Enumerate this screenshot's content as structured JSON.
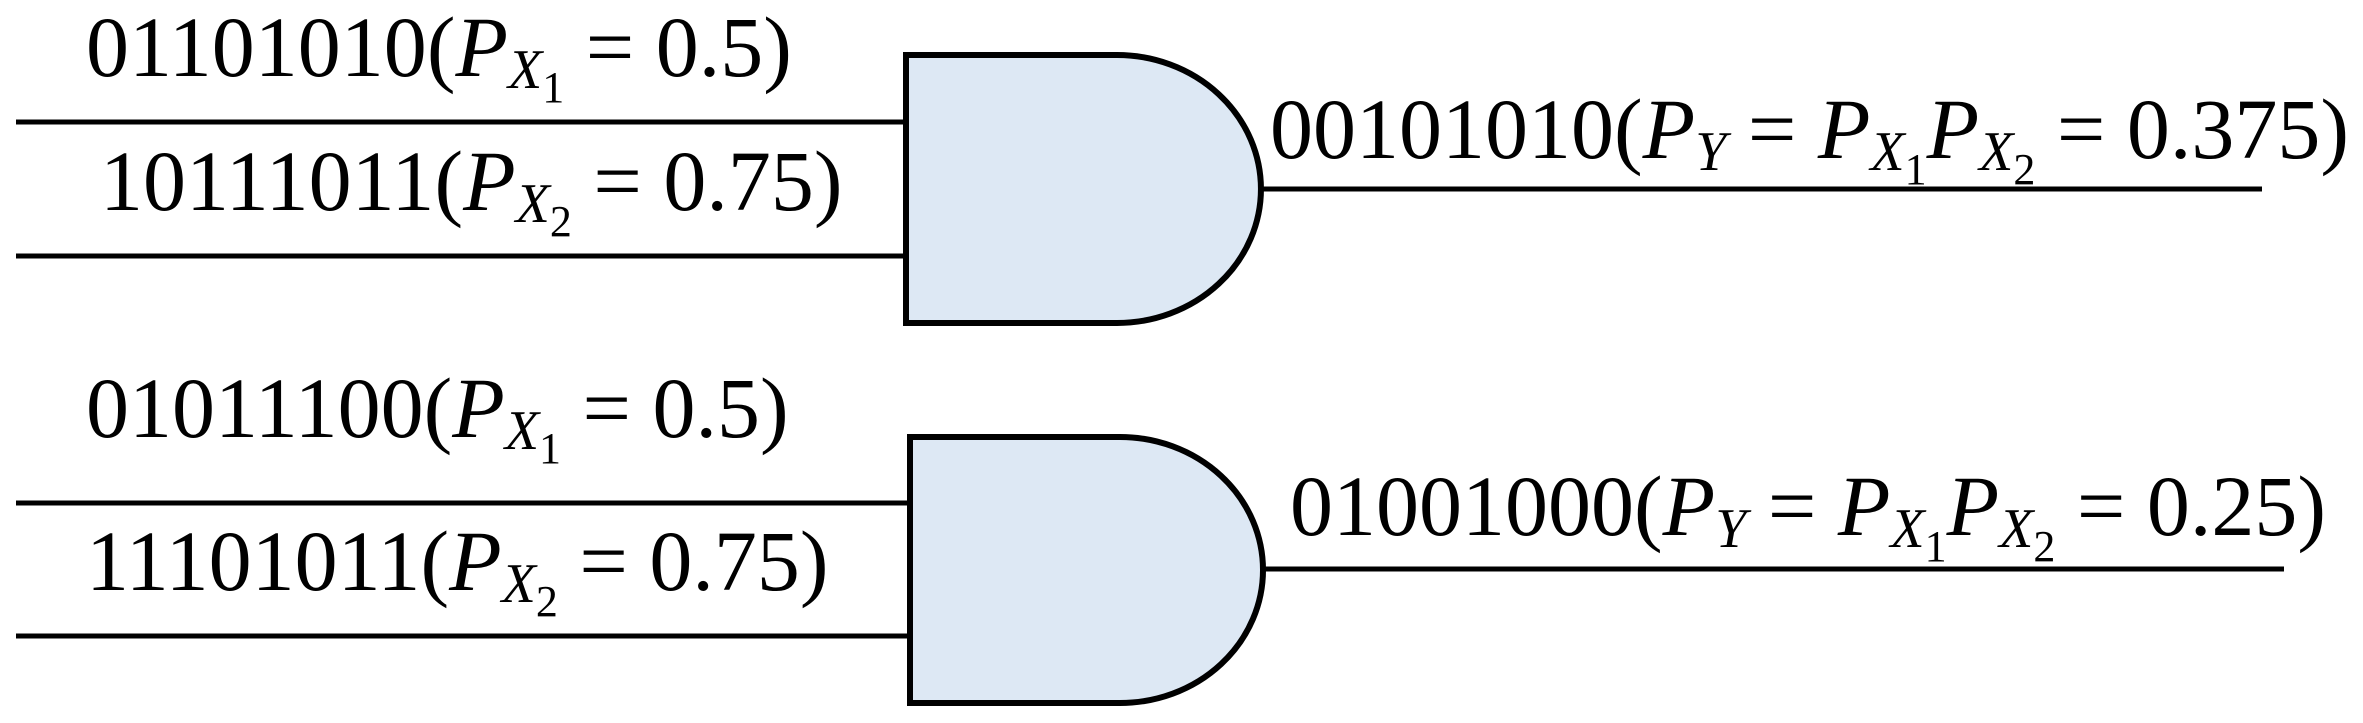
{
  "colors": {
    "wire": "#000000",
    "gate_fill": "#dde8f4",
    "background": "#ffffff"
  },
  "gates": [
    {
      "type": "AND",
      "input1": {
        "bits": "01101010",
        "open": "(",
        "sym": "P",
        "var": "X",
        "idx": "1",
        "eq": " = 0.5)"
      },
      "input2": {
        "bits": "10111011",
        "open": "(",
        "sym": "P",
        "var": "X",
        "idx": "2",
        "eq": " = 0.75)"
      },
      "output": {
        "bits": "00101010",
        "open": "(",
        "sym": "P",
        "var": "Y",
        "eq1": " = ",
        "f1_sym": "P",
        "f1_var": "X",
        "f1_idx": "1",
        "f2_sym": "P",
        "f2_var": "X",
        "f2_idx": "2",
        "eq2": " = 0.375)"
      }
    },
    {
      "type": "AND",
      "input1": {
        "bits": "01011100",
        "open": "(",
        "sym": "P",
        "var": "X",
        "idx": "1",
        "eq": " = 0.5)"
      },
      "input2": {
        "bits": "11101011",
        "open": "(",
        "sym": "P",
        "var": "X",
        "idx": "2",
        "eq": " = 0.75)"
      },
      "output": {
        "bits": "01001000",
        "open": "(",
        "sym": "P",
        "var": "Y",
        "eq1": " = ",
        "f1_sym": "P",
        "f1_var": "X",
        "f1_idx": "1",
        "f2_sym": "P",
        "f2_var": "X",
        "f2_idx": "2",
        "eq2": " = 0.25)"
      }
    }
  ]
}
